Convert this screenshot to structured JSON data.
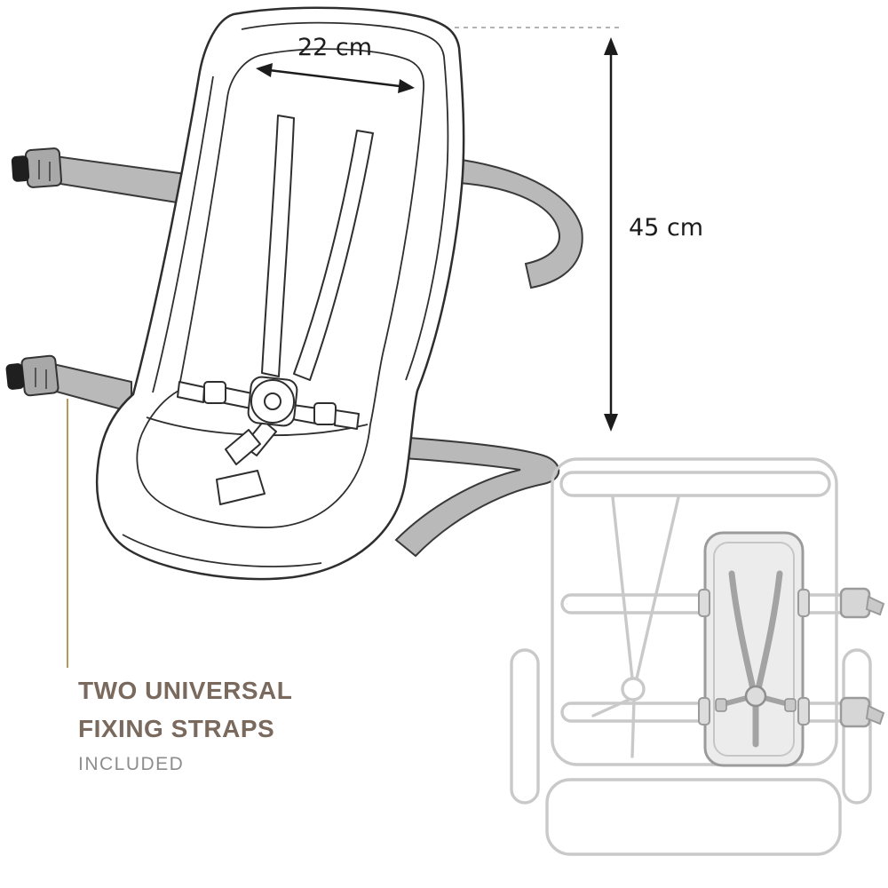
{
  "illustration": {
    "width_label": "22 cm",
    "height_label": "45 cm"
  },
  "caption": {
    "line1": "TWO UNIVERSAL",
    "line2": "FIXING STRAPS",
    "line3": "INCLUDED"
  },
  "colors": {
    "outline": "#2e2e2e",
    "strap_gray": "#b9b9b9",
    "buckle_gray": "#9e9e9e",
    "accent_gold": "#b6985a",
    "caption_brown": "#7a695d",
    "caption_gray": "#8d8d8d",
    "dimension_text": "#1c1c1c",
    "inset_line": "#c9c9c9",
    "inset_seat_fill": "#ececec",
    "inset_seat_line": "#9b9b9b",
    "inset_strap": "#a3a3a3"
  }
}
